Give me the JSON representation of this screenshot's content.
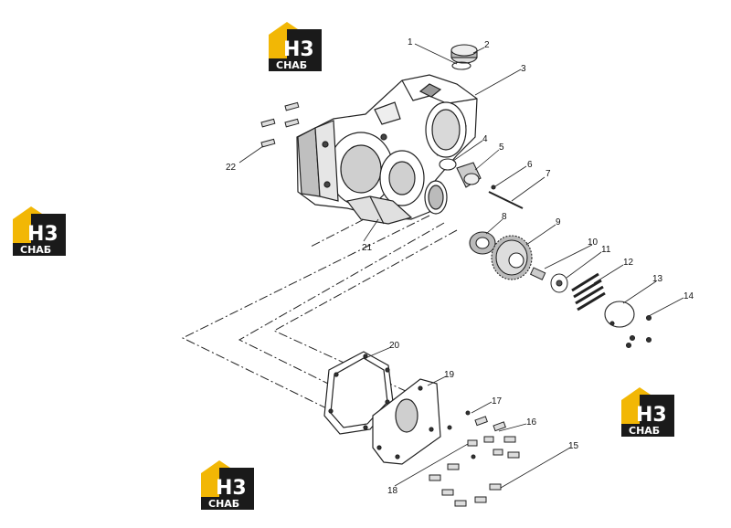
{
  "logo": {
    "mark": "H3",
    "word": "СНАБ",
    "color_yellow": "#f2b705",
    "color_dark": "#1a1a1a"
  },
  "callouts": [
    "1",
    "2",
    "3",
    "4",
    "5",
    "6",
    "7",
    "8",
    "9",
    "10",
    "11",
    "12",
    "13",
    "14",
    "15",
    "16",
    "17",
    "18",
    "19",
    "20",
    "21",
    "22"
  ],
  "colors": {
    "line": "#222222",
    "part_fill": "#ffffff",
    "shade": "#bfbfbf"
  }
}
